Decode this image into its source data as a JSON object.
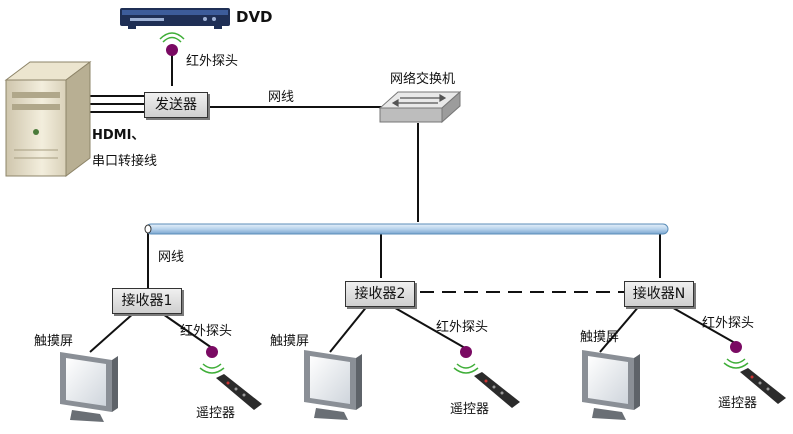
{
  "devices": {
    "dvd": "DVD",
    "ir_probe": "红外探头",
    "sender": "发送器",
    "network_cable": "网线",
    "switch": "网络交换机",
    "hdmi_label": "HDMI、",
    "serial_label": "串口转接线",
    "receivers": [
      "接收器1",
      "接收器2",
      "接收器N"
    ],
    "touchscreen": "触摸屏",
    "remote": "遥控器"
  },
  "colors": {
    "line": "#111111",
    "bus_fill": "#b8d3ec",
    "bus_border": "#5b8db8",
    "ir_dot": "#7a0a63",
    "signal": "#3fae38"
  }
}
